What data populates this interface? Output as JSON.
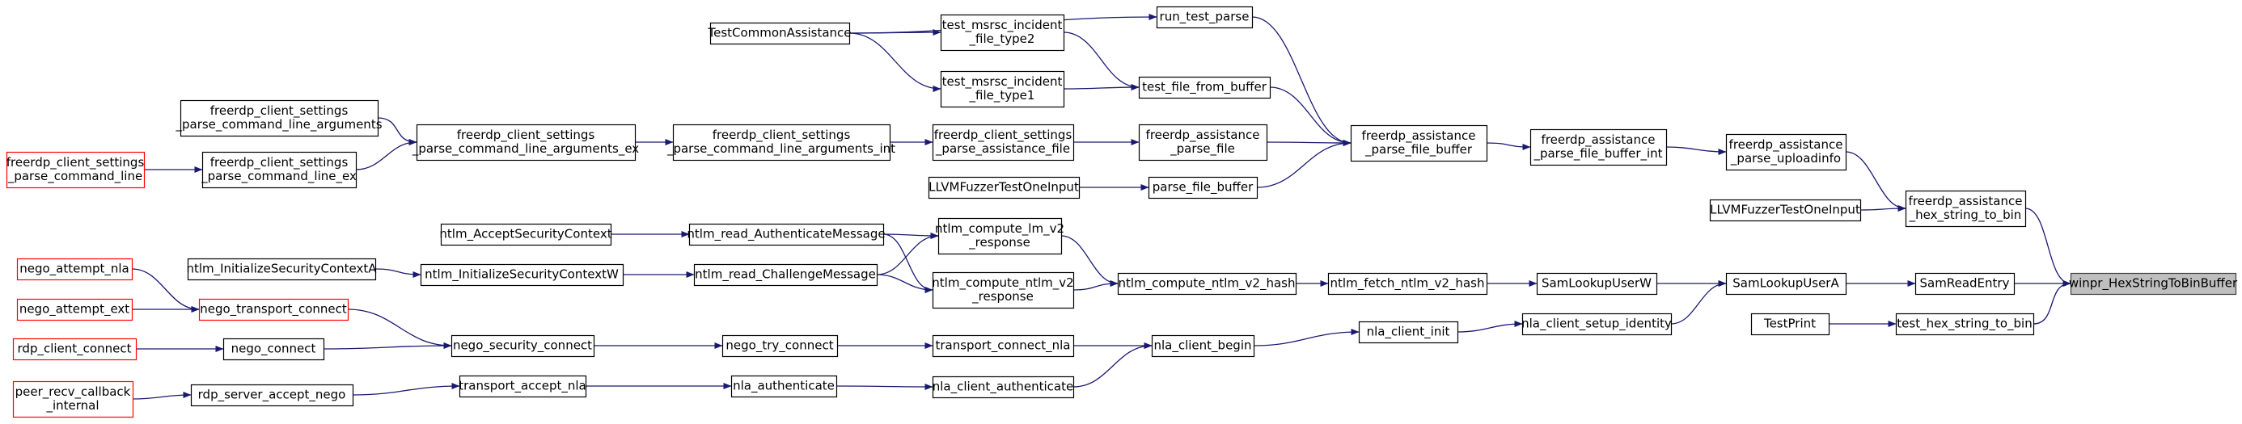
{
  "graph": {
    "colors": {
      "node_border": "#000000",
      "node_fill": "#ffffff",
      "truncated_node_border": "#ff0000",
      "highlight_fill": "#bfbfbf",
      "highlight_border": "#404040",
      "edge": "#191970"
    },
    "nodes": [
      {
        "id": "hex_to_bin",
        "lines": [
          "winpr_HexStringToBinBuffer"
        ],
        "style": "highlight"
      },
      {
        "id": "sam_read_entry",
        "lines": [
          "SamReadEntry"
        ]
      },
      {
        "id": "test_hex",
        "lines": [
          "test_hex_string_to_bin"
        ]
      },
      {
        "id": "test_print",
        "lines": [
          "TestPrint"
        ]
      },
      {
        "id": "assist_hex",
        "lines": [
          "freerdp_assistance",
          "_hex_string_to_bin"
        ]
      },
      {
        "id": "llvm_fuzzer_2",
        "lines": [
          "LLVMFuzzerTestOneInput"
        ]
      },
      {
        "id": "upload_info",
        "lines": [
          "freerdp_assistance",
          "_parse_uploadinfo"
        ]
      },
      {
        "id": "parse_buf_int",
        "lines": [
          "freerdp_assistance",
          "_parse_file_buffer_int"
        ]
      },
      {
        "id": "parse_buf",
        "lines": [
          "freerdp_assistance",
          "_parse_file_buffer"
        ]
      },
      {
        "id": "run_test_parse",
        "lines": [
          "run_test_parse"
        ]
      },
      {
        "id": "test_common",
        "lines": [
          "TestCommonAssistance"
        ]
      },
      {
        "id": "type2",
        "lines": [
          "test_msrsc_incident",
          "_file_type2"
        ]
      },
      {
        "id": "type1",
        "lines": [
          "test_msrsc_incident",
          "_file_type1"
        ]
      },
      {
        "id": "test_file_from_buffer",
        "lines": [
          "test_file_from_buffer"
        ]
      },
      {
        "id": "assist_parse_file",
        "lines": [
          "freerdp_assistance",
          "_parse_file"
        ]
      },
      {
        "id": "settings_assist_file",
        "lines": [
          "freerdp_client_settings",
          "_parse_assistance_file"
        ]
      },
      {
        "id": "cmd_int",
        "lines": [
          "freerdp_client_settings",
          "_parse_command_line_arguments_int"
        ]
      },
      {
        "id": "cmd_ex",
        "lines": [
          "freerdp_client_settings",
          "_parse_command_line_arguments_ex"
        ]
      },
      {
        "id": "cmd_args",
        "lines": [
          "freerdp_client_settings",
          "_parse_command_line_arguments"
        ]
      },
      {
        "id": "line_ex",
        "lines": [
          "freerdp_client_settings",
          "_parse_command_line_ex"
        ]
      },
      {
        "id": "cmd_line",
        "lines": [
          "freerdp_client_settings",
          "_parse_command_line"
        ],
        "style": "truncated"
      },
      {
        "id": "parse_file_buffer",
        "lines": [
          "parse_file_buffer"
        ]
      },
      {
        "id": "llvm_fuzzer_1",
        "lines": [
          "LLVMFuzzerTestOneInput"
        ]
      },
      {
        "id": "sam_user_a",
        "lines": [
          "SamLookupUserA"
        ]
      },
      {
        "id": "sam_user_w",
        "lines": [
          "SamLookupUserW"
        ]
      },
      {
        "id": "fetch_hash",
        "lines": [
          "ntlm_fetch_ntlm_v2_hash"
        ]
      },
      {
        "id": "compute_hash",
        "lines": [
          "ntlm_compute_ntlm_v2_hash"
        ]
      },
      {
        "id": "lm_resp",
        "lines": [
          "ntlm_compute_lm_v2",
          "_response"
        ]
      },
      {
        "id": "ntlm_resp",
        "lines": [
          "ntlm_compute_ntlm_v2",
          "_response"
        ]
      },
      {
        "id": "read_auth",
        "lines": [
          "ntlm_read_AuthenticateMessage"
        ]
      },
      {
        "id": "read_challenge",
        "lines": [
          "ntlm_read_ChallengeMessage"
        ]
      },
      {
        "id": "accept_ctx",
        "lines": [
          "ntlm_AcceptSecurityContext"
        ]
      },
      {
        "id": "init_ctx_w",
        "lines": [
          "ntlm_InitializeSecurityContextW"
        ]
      },
      {
        "id": "init_ctx_a",
        "lines": [
          "ntlm_InitializeSecurityContextA"
        ]
      },
      {
        "id": "setup_identity",
        "lines": [
          "nla_client_setup_identity"
        ]
      },
      {
        "id": "client_init",
        "lines": [
          "nla_client_init"
        ]
      },
      {
        "id": "client_begin",
        "lines": [
          "nla_client_begin"
        ]
      },
      {
        "id": "connect_nla",
        "lines": [
          "transport_connect_nla"
        ]
      },
      {
        "id": "client_auth",
        "lines": [
          "nla_client_authenticate"
        ]
      },
      {
        "id": "try_connect",
        "lines": [
          "nego_try_connect"
        ]
      },
      {
        "id": "nla_auth",
        "lines": [
          "nla_authenticate"
        ]
      },
      {
        "id": "sec_connect",
        "lines": [
          "nego_security_connect"
        ]
      },
      {
        "id": "accept_nla",
        "lines": [
          "transport_accept_nla"
        ]
      },
      {
        "id": "transport_connect",
        "lines": [
          "nego_transport_connect"
        ],
        "style": "truncated"
      },
      {
        "id": "nego_connect",
        "lines": [
          "nego_connect"
        ]
      },
      {
        "id": "attempt_nla",
        "lines": [
          "nego_attempt_nla"
        ],
        "style": "truncated"
      },
      {
        "id": "attempt_ext",
        "lines": [
          "nego_attempt_ext"
        ],
        "style": "truncated"
      },
      {
        "id": "rdp_connect",
        "lines": [
          "rdp_client_connect"
        ],
        "style": "truncated"
      },
      {
        "id": "server_nego",
        "lines": [
          "rdp_server_accept_nego"
        ]
      },
      {
        "id": "peer_recv",
        "lines": [
          "peer_recv_callback",
          "_internal"
        ],
        "style": "truncated"
      }
    ],
    "edges": [
      [
        "sam_read_entry",
        "hex_to_bin"
      ],
      [
        "test_hex",
        "hex_to_bin"
      ],
      [
        "assist_hex",
        "hex_to_bin"
      ],
      [
        "test_print",
        "test_hex"
      ],
      [
        "sam_user_a",
        "sam_read_entry"
      ],
      [
        "upload_info",
        "assist_hex"
      ],
      [
        "llvm_fuzzer_2",
        "assist_hex"
      ],
      [
        "parse_buf_int",
        "upload_info"
      ],
      [
        "parse_buf",
        "parse_buf_int"
      ],
      [
        "run_test_parse",
        "parse_buf"
      ],
      [
        "test_file_from_buffer",
        "parse_buf"
      ],
      [
        "assist_parse_file",
        "parse_buf"
      ],
      [
        "parse_file_buffer",
        "parse_buf"
      ],
      [
        "test_common",
        "run_test_parse"
      ],
      [
        "test_common",
        "type2"
      ],
      [
        "test_common",
        "type1"
      ],
      [
        "type2",
        "test_file_from_buffer"
      ],
      [
        "type1",
        "test_file_from_buffer"
      ],
      [
        "settings_assist_file",
        "assist_parse_file"
      ],
      [
        "cmd_int",
        "settings_assist_file"
      ],
      [
        "cmd_ex",
        "cmd_int"
      ],
      [
        "cmd_args",
        "cmd_ex"
      ],
      [
        "line_ex",
        "cmd_ex"
      ],
      [
        "cmd_line",
        "line_ex"
      ],
      [
        "llvm_fuzzer_1",
        "parse_file_buffer"
      ],
      [
        "sam_user_w",
        "sam_user_a"
      ],
      [
        "setup_identity",
        "sam_user_a"
      ],
      [
        "fetch_hash",
        "sam_user_w"
      ],
      [
        "compute_hash",
        "fetch_hash"
      ],
      [
        "lm_resp",
        "compute_hash"
      ],
      [
        "ntlm_resp",
        "compute_hash"
      ],
      [
        "read_auth",
        "lm_resp"
      ],
      [
        "read_auth",
        "ntlm_resp"
      ],
      [
        "read_challenge",
        "lm_resp"
      ],
      [
        "read_challenge",
        "ntlm_resp"
      ],
      [
        "accept_ctx",
        "read_auth"
      ],
      [
        "init_ctx_w",
        "read_challenge"
      ],
      [
        "init_ctx_a",
        "init_ctx_w"
      ],
      [
        "client_init",
        "setup_identity"
      ],
      [
        "client_begin",
        "client_init"
      ],
      [
        "client_auth",
        "client_begin"
      ],
      [
        "connect_nla",
        "client_begin"
      ],
      [
        "try_connect",
        "connect_nla"
      ],
      [
        "nla_auth",
        "client_auth"
      ],
      [
        "sec_connect",
        "try_connect"
      ],
      [
        "accept_nla",
        "nla_auth"
      ],
      [
        "transport_connect",
        "sec_connect"
      ],
      [
        "nego_connect",
        "sec_connect"
      ],
      [
        "attempt_nla",
        "transport_connect"
      ],
      [
        "attempt_ext",
        "transport_connect"
      ],
      [
        "rdp_connect",
        "nego_connect"
      ],
      [
        "server_nego",
        "accept_nla"
      ],
      [
        "peer_recv",
        "server_nego"
      ]
    ]
  }
}
